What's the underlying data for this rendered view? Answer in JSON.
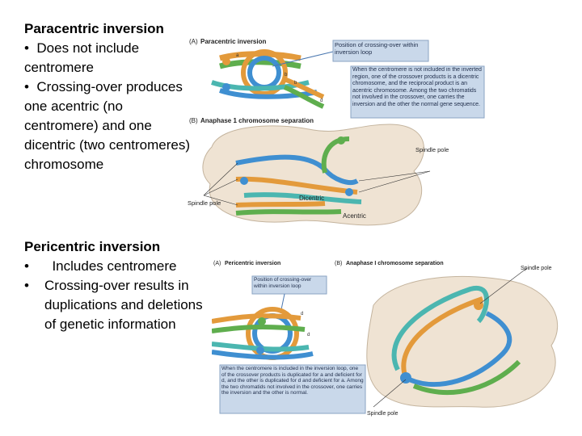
{
  "paracentric": {
    "heading": "Paracentric inversion",
    "bullets": [
      "Does not include centromere",
      "Crossing-over produces one acentric (no centromere) and one dicentric (two centromeres) chromosome"
    ],
    "bullet_symbol": "•"
  },
  "pericentric": {
    "heading": "Pericentric inversion",
    "bullets": [
      "Includes centromere",
      "Crossing-over results in duplications and deletions of genetic information"
    ],
    "bullet_symbol": "•"
  },
  "figure_top": {
    "panel_a_label": "(A)",
    "panel_a_title": "Paracentric inversion",
    "panel_b_label": "(B)",
    "panel_b_title": "Anaphase 1 chromosome separation",
    "crossing_note": "Position of crossing-over within inversion loop",
    "explanation": "When the centromere is not included in the inverted region, one of the crossover products is a dicentric chromosome, and the reciprocal product is an acentric chromosome. Among the two chromatids not involved in the crossover, one carries the inversion and the other the normal gene sequence.",
    "spindle_pole_right": "Spindle pole",
    "spindle_pole_left": "Spindle pole",
    "dicentric_label": "Dicentric",
    "acentric_label": "Acentric"
  },
  "figure_bottom": {
    "panel_a_label": "(A)",
    "panel_a_title": "Pericentric inversion",
    "panel_b_label": "(B)",
    "panel_b_title": "Anaphase I chromosome separation",
    "crossing_note": "Position of crossing-over within inversion loop",
    "explanation": "When the centromere is included in the inversion loop, one of the crossover products is duplicated for a and deficient for d, and the other is duplicated for d and deficient for a. Among the two chromatids not involved in the crossover, one carries the inversion and the other is normal.",
    "spindle_pole_top": "Spindle pole",
    "spindle_pole_bottom": "Spindle pole"
  },
  "colors": {
    "chrom_orange": "#e39a3b",
    "chrom_green": "#5fae4e",
    "chrom_blue": "#3f8fd1",
    "chrom_teal": "#4bb6b0",
    "cell_fill": "#efe3d3",
    "note_fill": "#c9d8ea"
  }
}
